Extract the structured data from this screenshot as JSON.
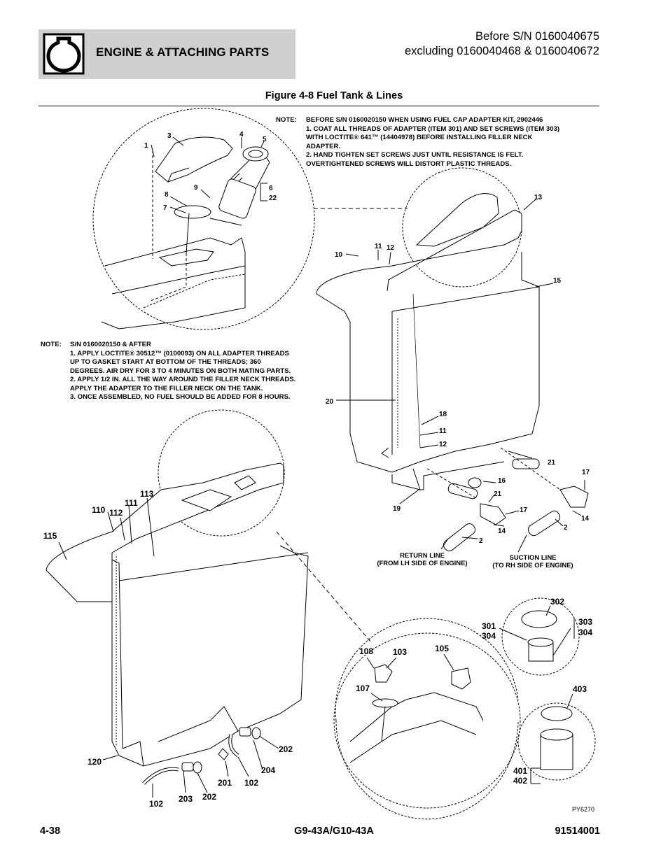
{
  "header": {
    "section_title": "ENGINE & ATTACHING PARTS",
    "serial_line1": "Before S/N 0160040675",
    "serial_line2": "excluding 0160040468 & 0160040672"
  },
  "figure_title": "Figure 4-8 Fuel Tank & Lines",
  "note_top": {
    "label": "NOTE:",
    "lines": [
      "BEFORE S/N 0160020150 WHEN USING FUEL CAP ADAPTER KIT, 2902446",
      "1. COAT ALL THREADS OF ADAPTER (ITEM 301) AND SET SCREWS (ITEM 303)",
      "WITH LOCTITE® 641™ (14404978) BEFORE INSTALLING FILLER NECK",
      "ADAPTER.",
      "2. HAND TIGHTEN SET SCREWS JUST UNTIL RESISTANCE IS FELT.",
      "OVERTIGHTENED SCREWS WILL DISTORT PLASTIC THREADS."
    ]
  },
  "note_mid": {
    "label": "NOTE:",
    "lines": [
      "S/N 0160020150 & AFTER",
      "1. APPLY LOCTITE® 30512™ (0100093) ON ALL ADAPTER THREADS",
      "UP TO GASKET START AT BOTTOM OF THE THREADS; 360",
      "DEGREES. AIR DRY FOR 3 TO 4 MINUTES ON BOTH MATING PARTS.",
      "2. APPLY 1/2 IN. ALL THE WAY AROUND THE FILLER NECK THREADS.",
      "APPLY THE ADAPTER TO THE FILLER NECK ON THE TANK.",
      "3. ONCE ASSEMBLED, NO FUEL SHOULD BE ADDED FOR 8 HOURS."
    ]
  },
  "callouts": {
    "c1": "1",
    "c3": "3",
    "c4": "4",
    "c5": "5",
    "c8": "8",
    "c9": "9",
    "c7": "7",
    "c6": "6",
    "c22": "22",
    "c13": "13",
    "c10": "10",
    "c11a": "11",
    "c12a": "12",
    "c15": "15",
    "c20": "20",
    "c18": "18",
    "c11b": "11",
    "c12b": "12",
    "c21a": "21",
    "c17a": "17",
    "c16": "16",
    "c21b": "21",
    "c19": "19",
    "c17b": "17",
    "c14a": "14",
    "c14b": "14",
    "c2a": "2",
    "c2b": "2",
    "c113": "113",
    "c111": "111",
    "c110": "110",
    "c112": "112",
    "c115": "115",
    "c302": "302",
    "c301": "301",
    "c304a": "304",
    "c303": "303",
    "c304b": "304",
    "c108": "108",
    "c103": "103",
    "c105": "105",
    "c107": "107",
    "c403": "403",
    "c401": "401",
    "c402": "402",
    "c202a": "202",
    "c120": "120",
    "c204": "204",
    "c201": "201",
    "c102a": "102",
    "c102b": "102",
    "c203": "203",
    "c202b": "202"
  },
  "line_labels": {
    "return_1": "RETURN LINE",
    "return_2": "(FROM LH SIDE OF ENGINE)",
    "suction_1": "SUCTION LINE",
    "suction_2": "(TO RH SIDE OF ENGINE)"
  },
  "drawing_id": "PY6270",
  "footer": {
    "page": "4-38",
    "model": "G9-43A/G10-43A",
    "doc_number": "91514001"
  }
}
